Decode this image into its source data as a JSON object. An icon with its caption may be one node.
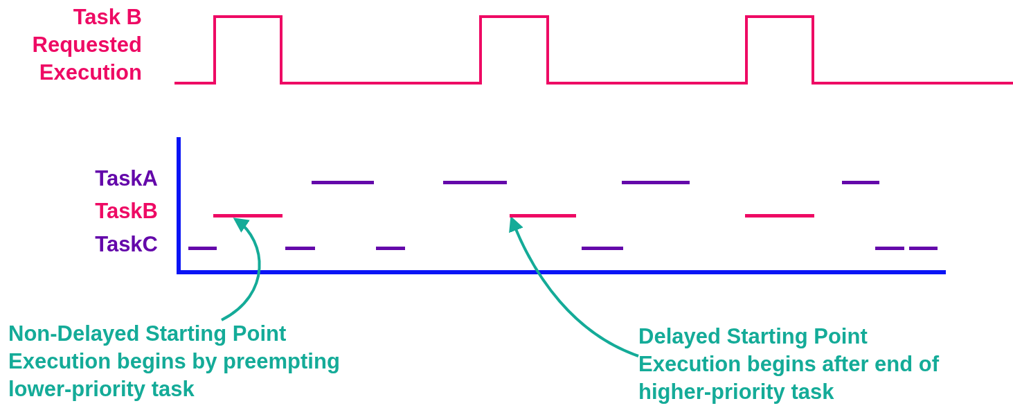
{
  "diagram": {
    "nodes": [
      {
        "text": [
          "Non-Delayed Starting Point",
          "Execution begins by preempting lower-priority task"
        ]
      },
      {
        "text": [],
        "shape": "bar"
      },
      {
        "text": [
          "Delayed Starting Point",
          "Execution begins after end of higher-priority task"
        ]
      },
      {
        "text": [],
        "shape": "bar"
      }
    ],
    "edges": [
      {
        "from": 0,
        "to": 1,
        "arrow": "to"
      },
      {
        "from": 2,
        "to": 3,
        "arrow": "to"
      }
    ],
    "labels": [
      "Task B Requested Execution",
      "TaskA",
      "TaskB",
      "TaskC"
    ]
  }
}
